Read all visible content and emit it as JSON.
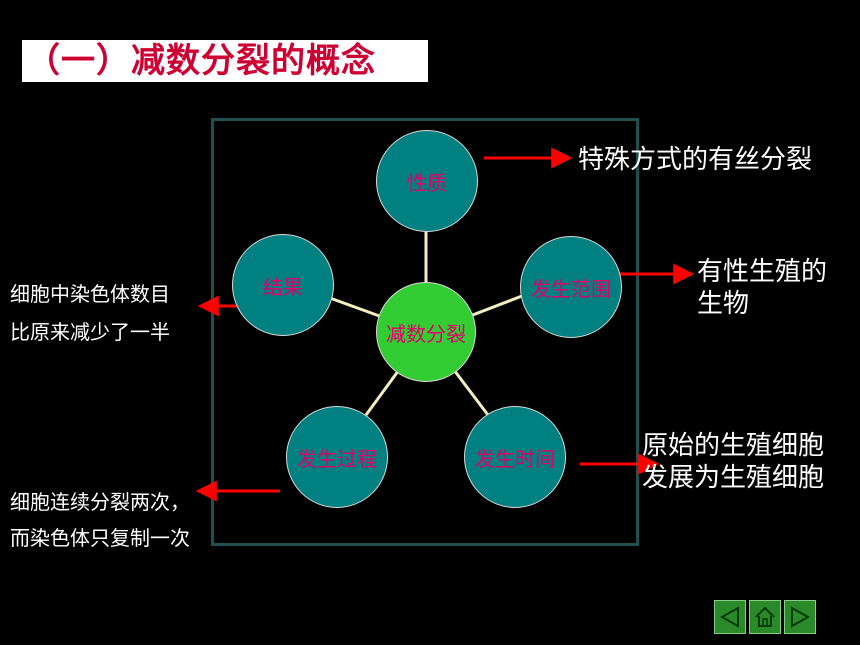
{
  "title": "（一）减数分裂的概念",
  "diagram": {
    "center": "减数分裂",
    "nodes": {
      "top": "性质",
      "right": "发生范围",
      "bottom_right": "发生时间",
      "bottom_left": "发生过程",
      "left": "结果"
    }
  },
  "annotations": {
    "top": "特殊方式的有丝分裂",
    "right": [
      "有性生殖的",
      "生物"
    ],
    "bottom_right": [
      "原始的生殖细胞",
      "发展为生殖细胞"
    ],
    "left": [
      "细胞中染色体数目",
      "比原来减少了一半"
    ],
    "bottom_left": [
      "细胞连续分裂两次，",
      "而染色体只复制一次"
    ]
  },
  "nav": {
    "prev": "prev-icon",
    "home": "home-icon",
    "next": "next-icon"
  },
  "colors": {
    "node": "#008080",
    "center": "#33cc33",
    "node_text": "#e0006a",
    "title_text": "#cc0033",
    "arrow": "#ff0000",
    "connector": "#f2eec0"
  }
}
